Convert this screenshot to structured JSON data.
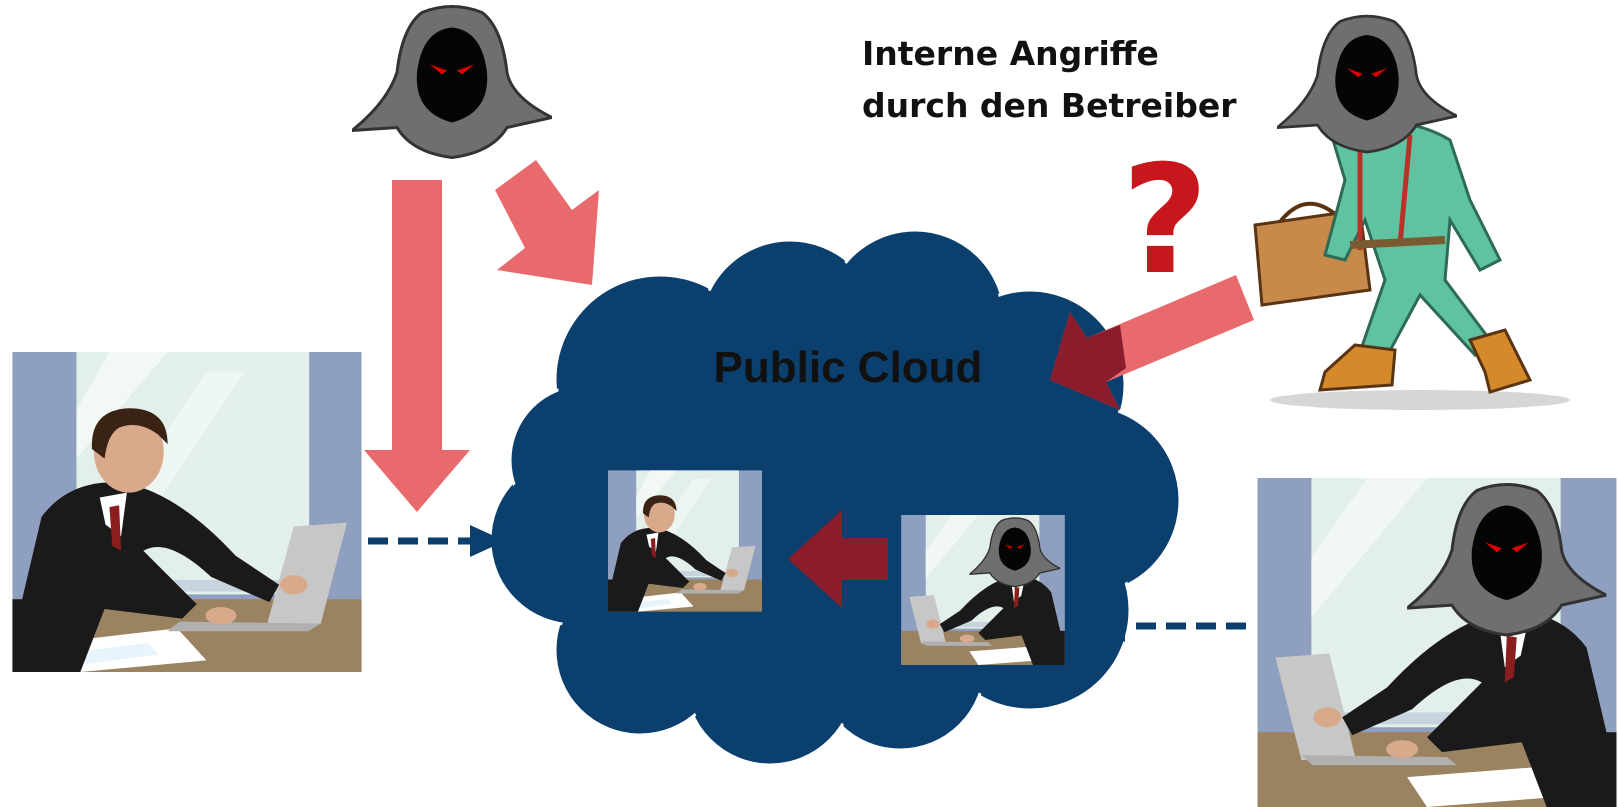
{
  "cloud": {
    "label": "Public Cloud",
    "fill": "#0a3f6e",
    "outline": "#ffffff"
  },
  "annotation": {
    "line1": "Interne Angriffe",
    "line2": "durch den Betreiber",
    "question_mark": "?",
    "question_color": "#c8161d"
  },
  "colors": {
    "attack_arrow_light": "#e86a6d",
    "attack_arrow_dark": "#8a1c2c",
    "access_arrow": "#0a3f6e",
    "window_frame": "#8f9fbf",
    "window_glass": "#e3efe9",
    "desk": "#9b8361",
    "suit": "#1a1a1a",
    "hood": "#6f6f6f",
    "hood_eyes": "#e00000",
    "technician_overall": "#5fc3a1"
  },
  "icons": [
    "hooded-attacker-icon",
    "technician-attacker-icon",
    "businessman-at-laptop-icon",
    "hooded-user-at-laptop-icon",
    "question-mark-icon"
  ]
}
